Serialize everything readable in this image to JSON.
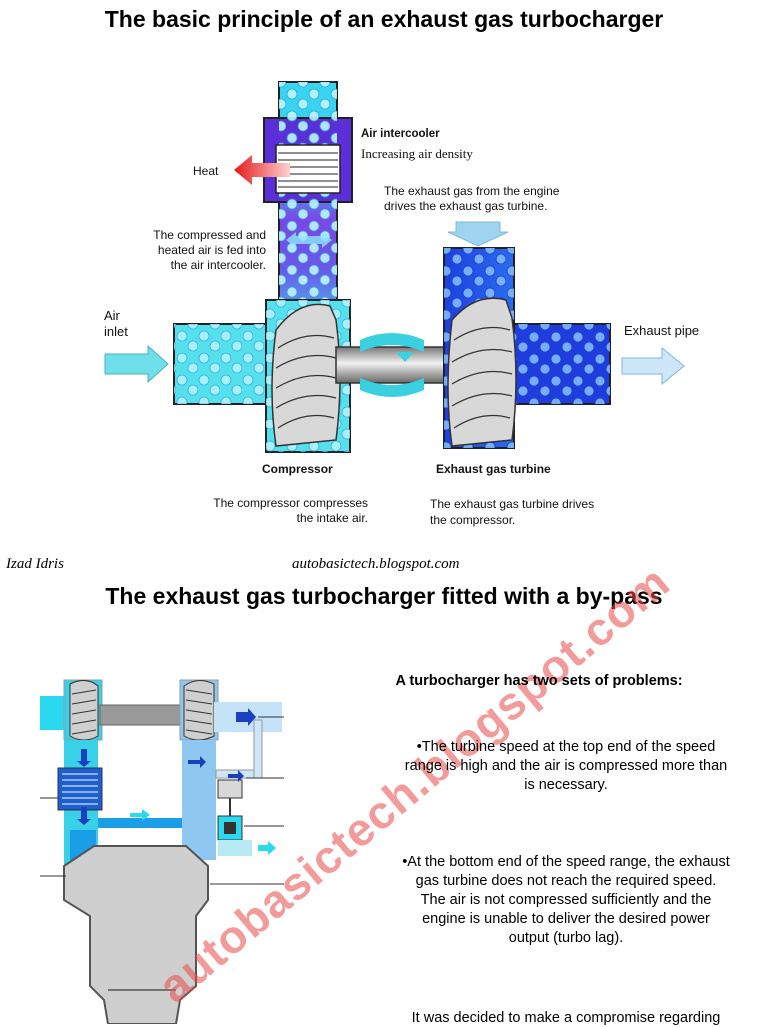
{
  "page": {
    "title_top": "The basic principle of an exhaust gas turbocharger",
    "title_bottom": "The exhaust gas turbocharger fitted with a by-pass"
  },
  "diagram1": {
    "air_intercooler": "Air intercooler",
    "increasing_density": "Increasing air density",
    "heat": "Heat",
    "exhaust_drives_1": "The exhaust gas from the engine",
    "exhaust_drives_2": "drives the exhaust gas turbine.",
    "compressed_1": "The compressed and",
    "compressed_2": "heated air is fed into",
    "compressed_3": "the air intercooler.",
    "air_inlet_1": "Air",
    "air_inlet_2": "inlet",
    "exhaust_pipe": "Exhaust pipe",
    "compressor": "Compressor",
    "exhaust_gas_turbine": "Exhaust gas turbine",
    "compressor_desc_1": "The compressor compresses",
    "compressor_desc_2": "the intake air.",
    "turbine_desc_1": "The exhaust gas turbine drives",
    "turbine_desc_2": "the compressor."
  },
  "credits": {
    "author": "Izad Idris",
    "site": "autobasictech.blogspot.com",
    "watermark": "autobasictech.blogspot.com"
  },
  "text_panel": {
    "heading": "A turbocharger has two sets of problems:",
    "point1_l1": "•The turbine speed at the top end of the speed",
    "point1_l2": "range is high and the air is compressed more than",
    "point1_l3": "is necessary.",
    "point2_l1": "•At the bottom end of the speed range, the exhaust",
    "point2_l2": "gas turbine does not reach the required speed.",
    "point2_l3": "The air is not compressed sufficiently and the",
    "point2_l4": "engine is unable to deliver the desired power",
    "point2_l5": "output (turbo lag).",
    "point3_l1": "It was decided to make a compromise regarding"
  },
  "colors": {
    "cold_air": "#55e0ee",
    "hot_air": "#7a3fe0",
    "exhaust": "#1f3ddf",
    "heat_arrow": "#e02020",
    "watermark": "#e84a4a"
  }
}
